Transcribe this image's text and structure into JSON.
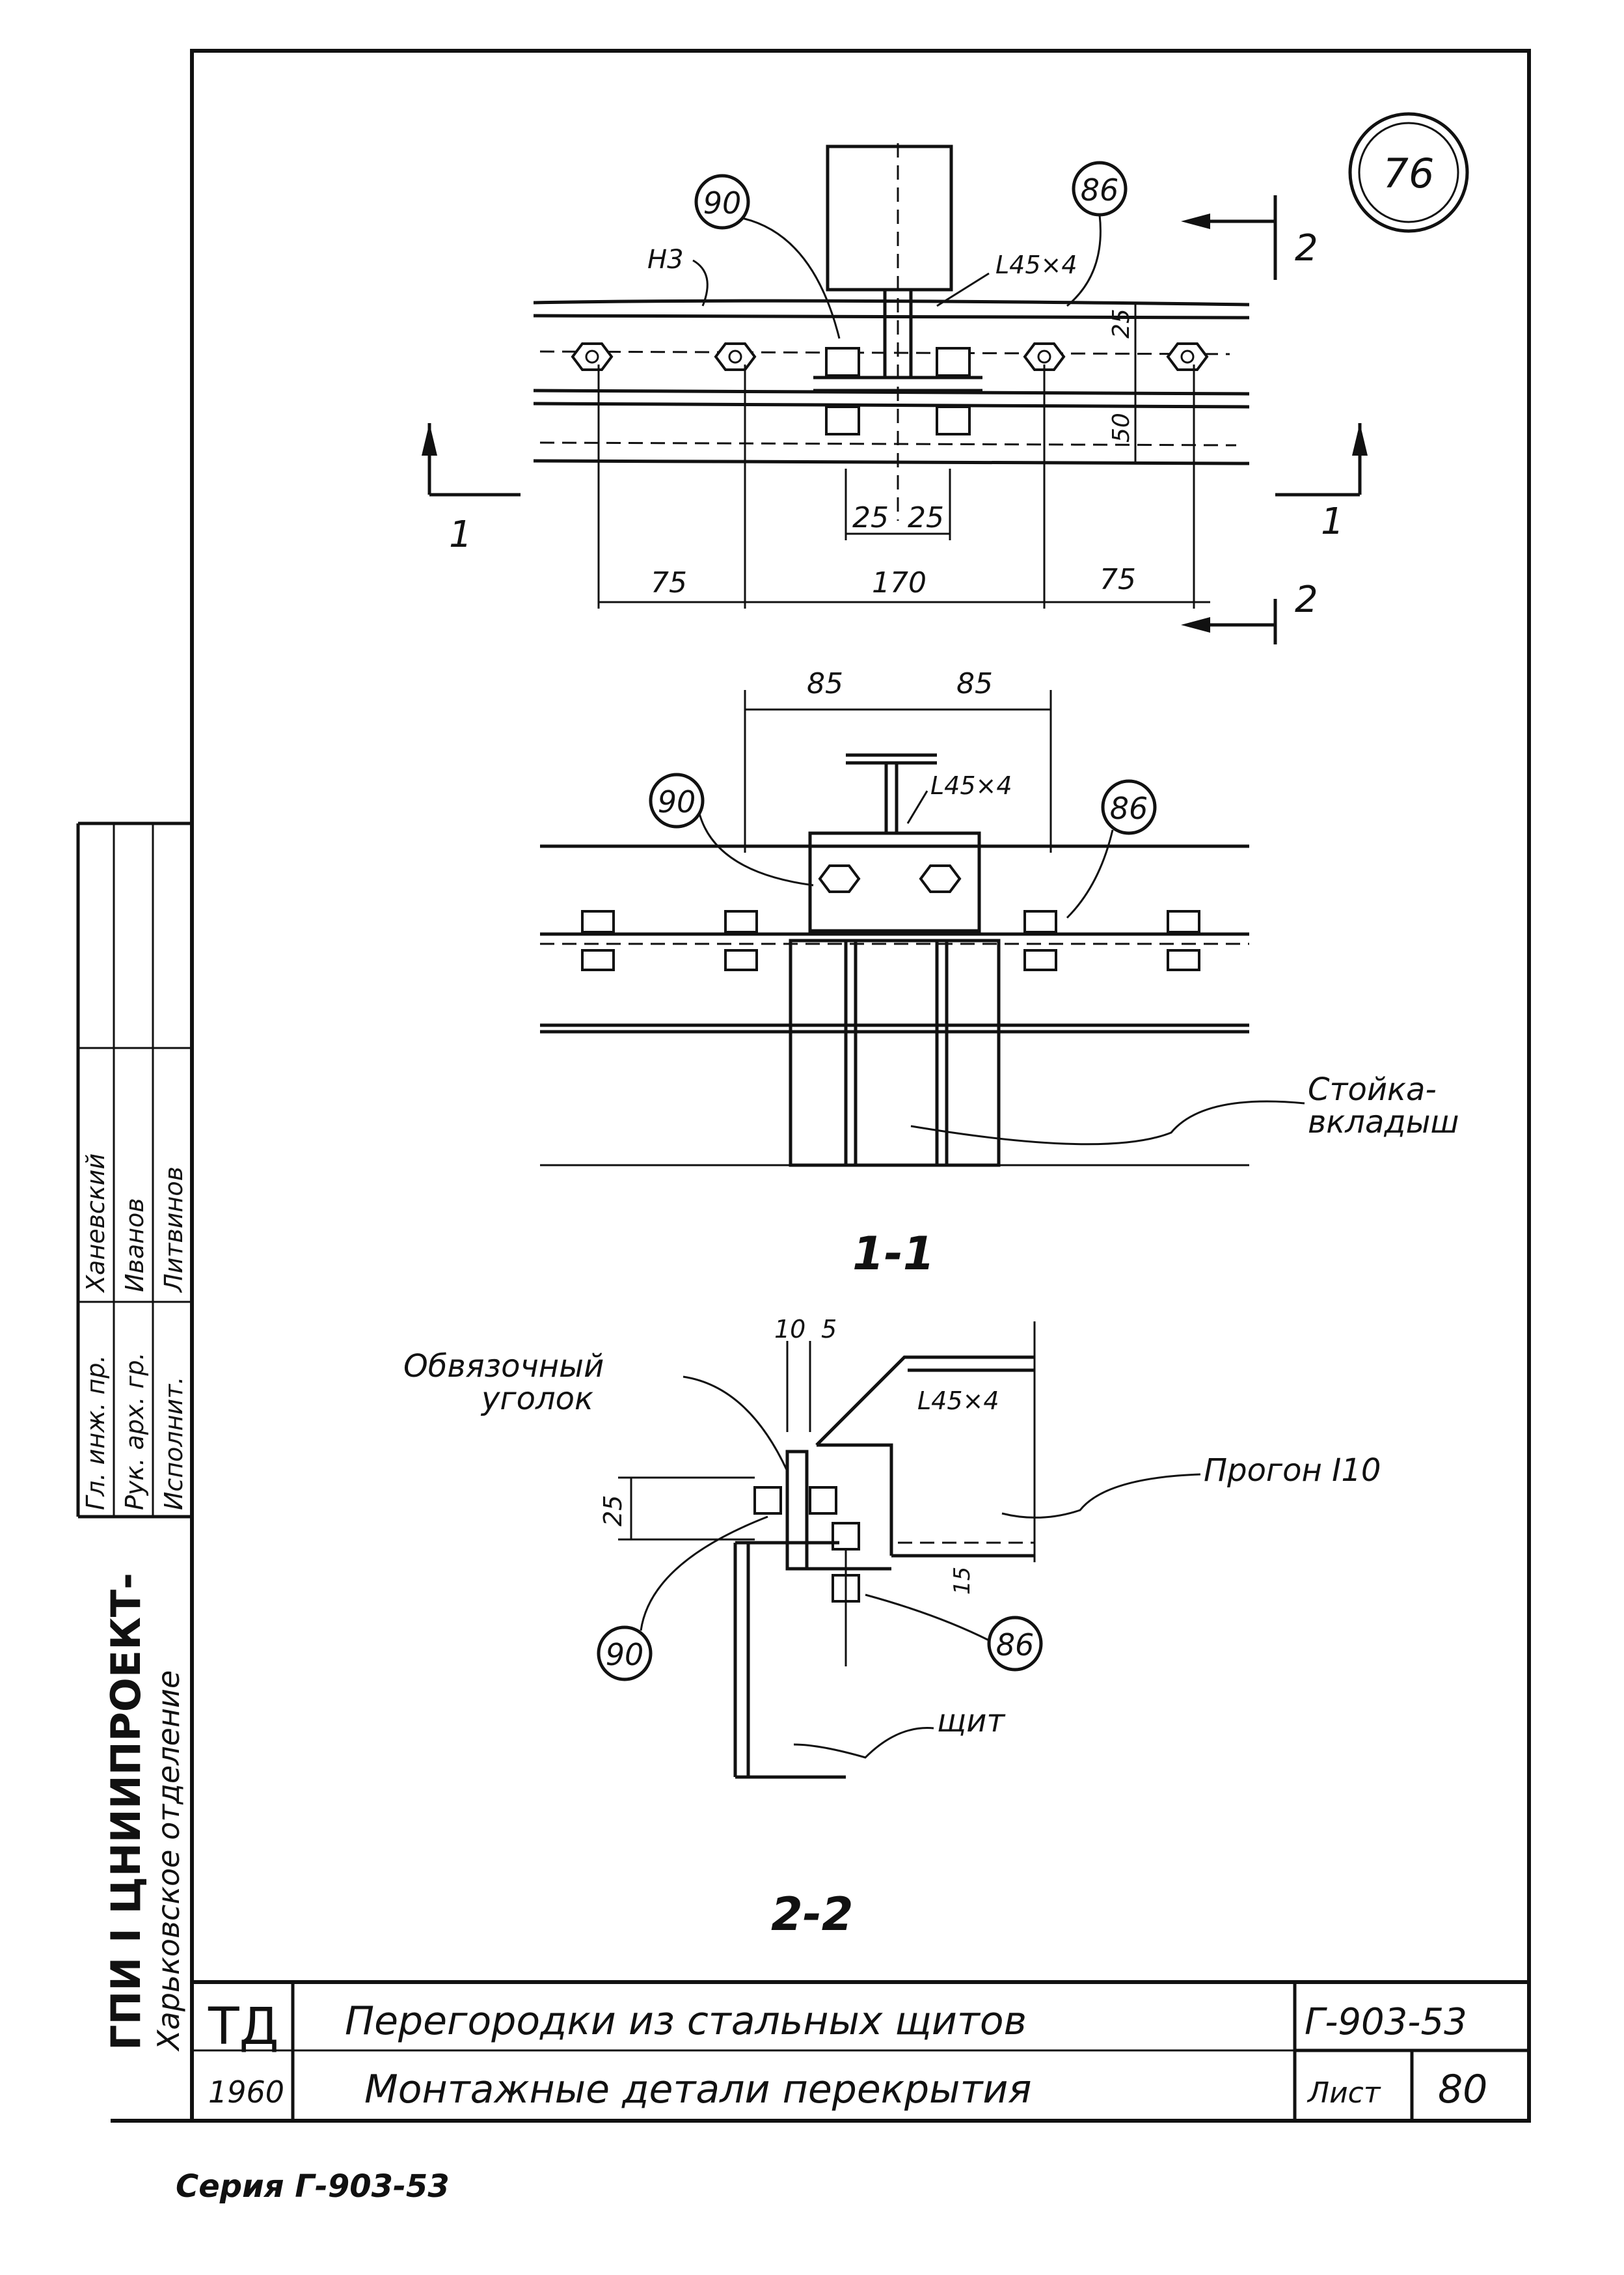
{
  "sheet_number": "76",
  "plan": {
    "callout_left": "90",
    "callout_right": "86",
    "label_h3": "Н3",
    "angle": "L45×4",
    "dim_25_top": "25",
    "dim_50": "50",
    "dim_25a": "25",
    "dim_25b": "25",
    "dim_75_left": "75",
    "dim_170": "170",
    "dim_75_right": "75",
    "section_1_left": "1",
    "section_1_right": "1",
    "section_2_top": "2",
    "section_2_bottom": "2"
  },
  "section_1": {
    "dim_85_left": "85",
    "dim_85_right": "85",
    "angle": "L45×4",
    "callout_left": "90",
    "callout_right": "86",
    "note_line1": "Стойка-",
    "note_line2": "вкладыш",
    "title": "1-1"
  },
  "section_2": {
    "dim_10": "10",
    "dim_5": "5",
    "note_binding_line1": "Обвязочный",
    "note_binding_line2": "уголок",
    "angle": "L45×4",
    "purlin": "Прогон I10",
    "dim_25": "25",
    "dim_15": "15",
    "callout_left": "90",
    "callout_right": "86",
    "shield": "щит",
    "title": "2-2"
  },
  "side_stamp": {
    "org_line1": "ГПИ I ЦНИИПРОЕКТ-",
    "org_line2": "Харьковское отделение",
    "roles": [
      "Гл. инж. пр.",
      "Рук. арх. гр.",
      "Исполнит."
    ],
    "names": [
      "Ханевский",
      "Иванов",
      "Литвинов"
    ]
  },
  "title_block": {
    "code": "ТД",
    "year": "1960",
    "title_line1": "Перегородки из стальных щитов",
    "title_line2": "Монтажные детали перекрытия",
    "series_code": "Г-903-53",
    "sheet_label": "Лист",
    "sheet_no": "80"
  },
  "footer": {
    "series": "Серия Г-903-53"
  }
}
